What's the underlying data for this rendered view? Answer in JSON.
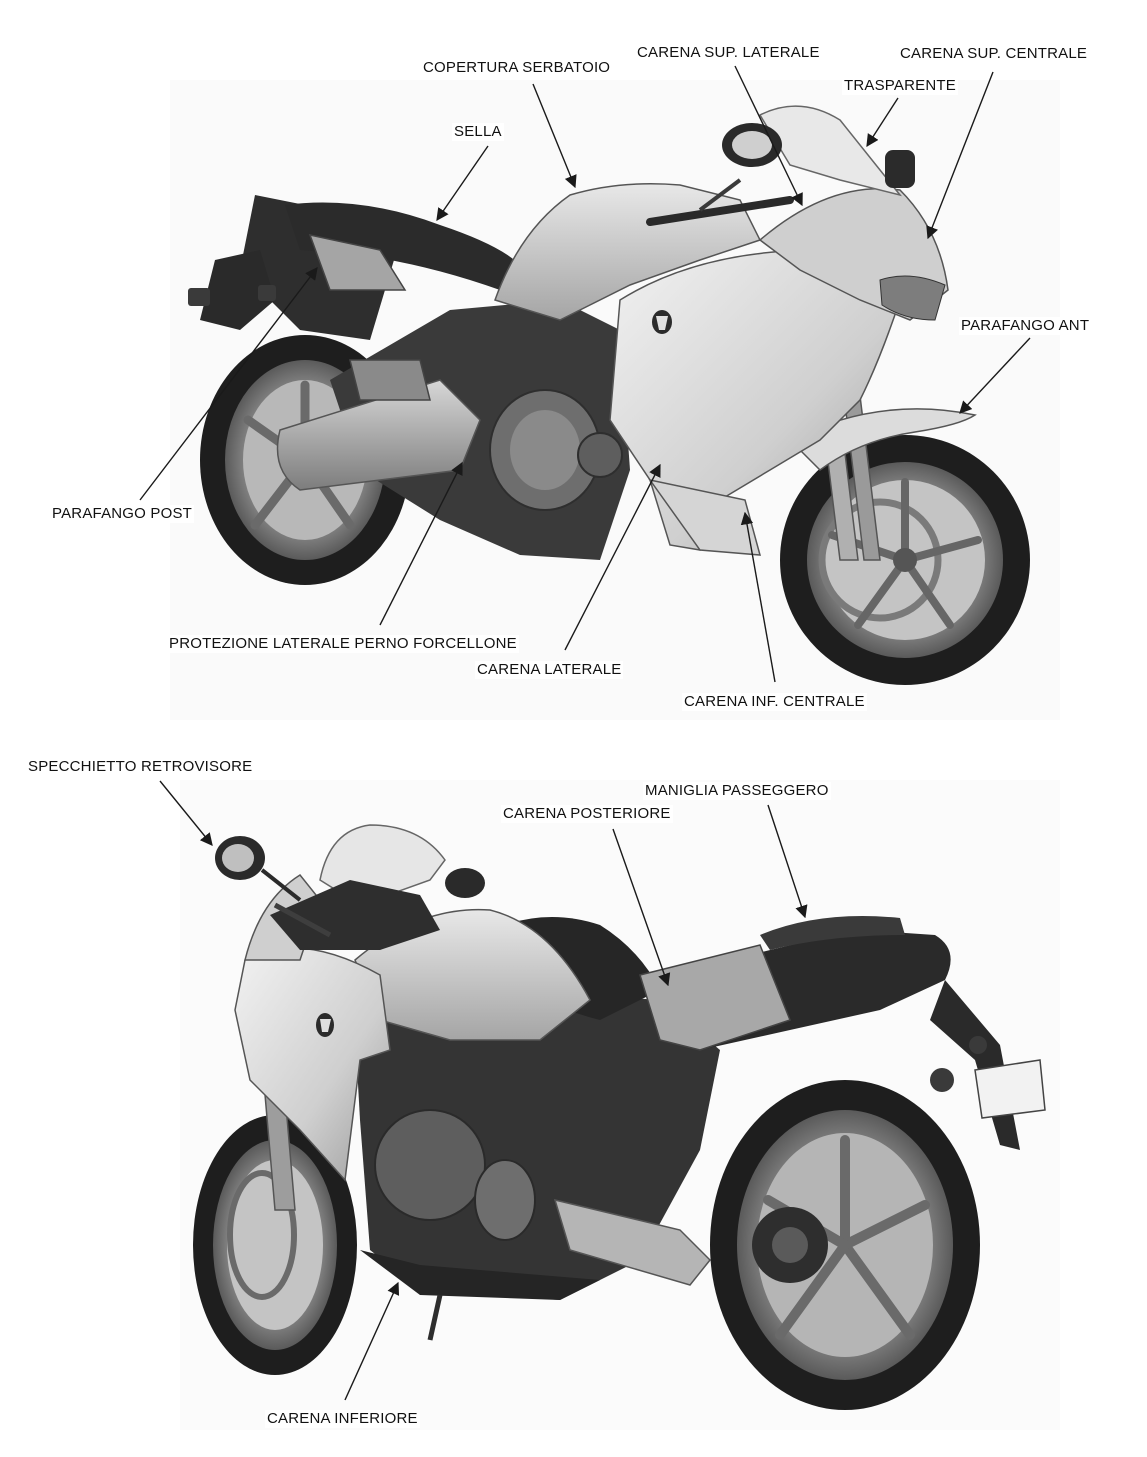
{
  "labels": {
    "copertura_serbatoio": "COPERTURA SERBATOIO",
    "carena_sup_laterale": "CARENA SUP. LATERALE",
    "carena_sup_centrale": "CARENA SUP. CENTRALE",
    "trasparente": "TRASPARENTE",
    "sella": "SELLA",
    "parafango_ant": "PARAFANGO ANT",
    "parafango_post": "PARAFANGO POST",
    "protezione_laterale_perno_forcellone": "PROTEZIONE LATERALE PERNO FORCELLONE",
    "carena_laterale": "CARENA LATERALE",
    "carena_inf_centrale": "CARENA INF. CENTRALE",
    "specchietto_retrovisore": "SPECCHIETTO RETROVISORE",
    "maniglia_passeggero": "MANIGLIA PASSEGGERO",
    "carena_posteriore": "CARENA POSTERIORE",
    "carena_inferiore": "CARENA INFERIORE"
  },
  "colors": {
    "line": "#1a1a1a",
    "text": "#111111",
    "body_light": "#e2e2e2",
    "body_mid": "#a9a9a9",
    "body_dark": "#3a3a3a",
    "tire": "#1e1e1e"
  }
}
